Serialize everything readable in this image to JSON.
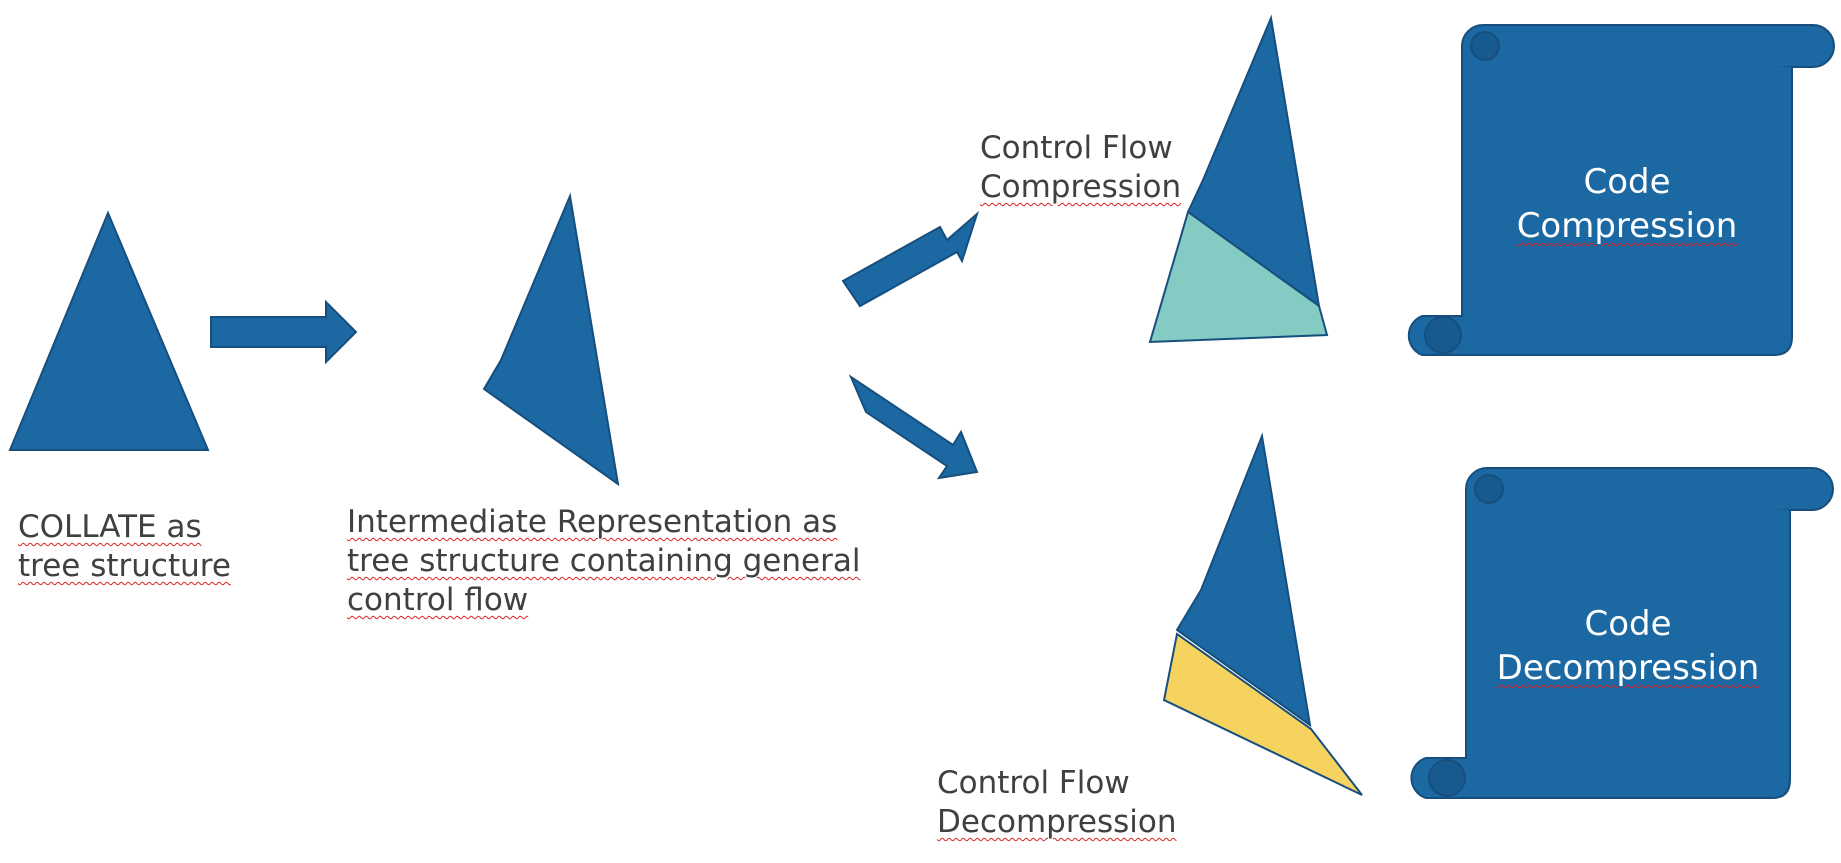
{
  "colors": {
    "shape_fill": "#1c68a3",
    "shape_stroke": "#164f7e",
    "teal": "#84cbc4",
    "yellow": "#f6d35e",
    "label_text": "#404040",
    "scroll_text": "#ffffff"
  },
  "labels": {
    "collate": [
      "COLLATE as",
      "tree structure"
    ],
    "intermediate": [
      "Intermediate Representation as",
      "tree structure containing general",
      "control flow"
    ],
    "cf_compression": [
      "Control Flow",
      "Compression"
    ],
    "cf_decompression": [
      "Control Flow",
      "Decompression"
    ]
  },
  "scrolls": {
    "code_compression": [
      "Code",
      "Compression"
    ],
    "code_decompression": [
      "Code",
      "Decompression"
    ]
  }
}
